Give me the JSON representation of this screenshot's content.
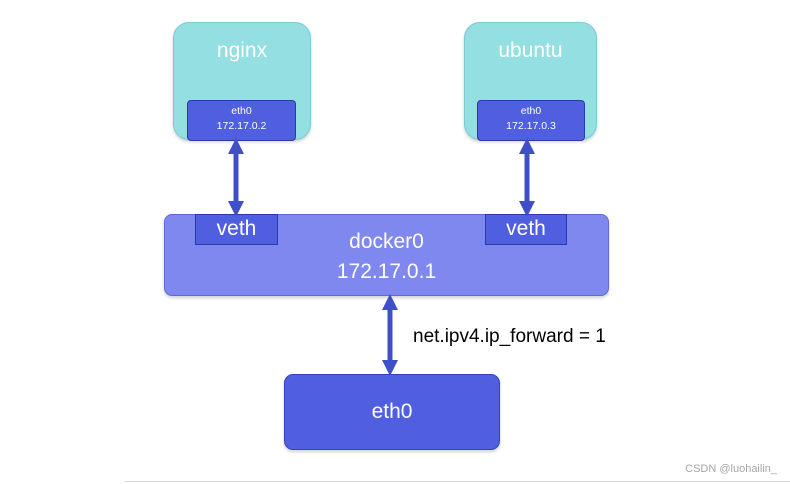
{
  "containers": [
    {
      "name": "nginx",
      "nic_name": "eth0",
      "nic_ip": "172.17.0.2"
    },
    {
      "name": "ubuntu",
      "nic_name": "eth0",
      "nic_ip": "172.17.0.3"
    }
  ],
  "bridge": {
    "name": "docker0",
    "ip": "172.17.0.1",
    "veth_left": "veth",
    "veth_right": "veth"
  },
  "host": {
    "nic_name": "eth0"
  },
  "forward_label": "net.ipv4.ip_forward = 1",
  "watermark": "CSDN @luohailin_",
  "colors": {
    "container_fill": "#93dfe2",
    "nic_fill": "#4f5fdf",
    "bridge_fill": "#7f88ee",
    "arrow": "#3f4fc8"
  }
}
